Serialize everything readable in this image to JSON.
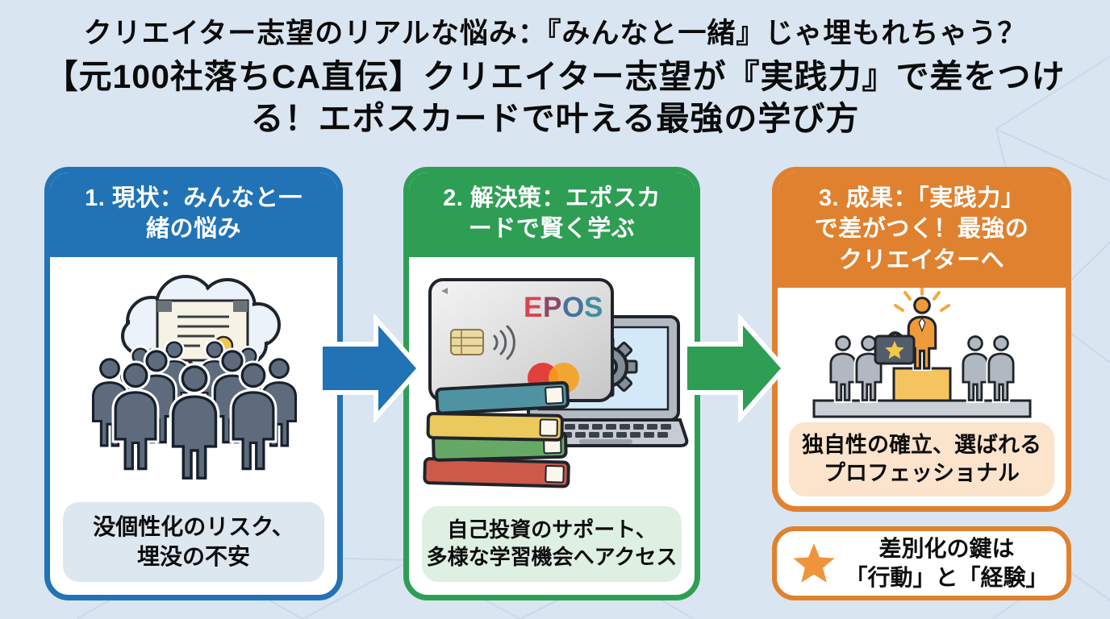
{
  "page": {
    "background_color": "#d9e5f1",
    "pattern": "faint-polygon-mesh-lines"
  },
  "title": {
    "line1": "クリエイター志望のリアルな悩み：『みんなと一緒』じゃ埋もれちゃう？",
    "line2": "【元100社落ちCA直伝】クリエイター志望が『実践力』で差をつけ",
    "line3": "る！エポスカードで叶える最強の学び方"
  },
  "steps": [
    {
      "title_lines": [
        "1. 現状：みんなと一",
        "緒の悩み"
      ],
      "caption_lines": [
        "没個性化のリスク、",
        "埋没の不安"
      ],
      "accent_color": "#2173b5",
      "caption_bg": "#dde7f0",
      "illustration": "thought-bubble-certificate-over-crowd-icon"
    },
    {
      "title_lines": [
        "2. 解決策：エポスカ",
        "ードで賢く学ぶ"
      ],
      "caption_lines": [
        "自己投資のサポート、",
        "多様な学習機会へアクセス"
      ],
      "accent_color": "#2f9e55",
      "caption_bg": "#def0e2",
      "illustration": "epos-credit-card-laptop-gear-books-icon",
      "epos_letters": [
        "E",
        "P",
        "O",
        "S"
      ]
    },
    {
      "title_lines": [
        "3. 成果：「実践力」",
        "で差がつく！最強の",
        "クリエイターへ"
      ],
      "caption_lines": [
        "独自性の確立、選ばれる",
        "プロフェッショナル"
      ],
      "accent_color": "#e0812f",
      "caption_bg": "#fbe3cc",
      "illustration": "winner-on-podium-with-briefcase-icon"
    }
  ],
  "arrows": [
    {
      "direction": "right",
      "color": "#2173b5"
    },
    {
      "direction": "right",
      "color": "#2f9e55"
    }
  ],
  "key_note": {
    "icon": "star-icon",
    "star_color": "#f0943c",
    "border_color": "#e0812f",
    "lines": [
      "差別化の鍵は",
      "「行動」と「経験」"
    ]
  }
}
